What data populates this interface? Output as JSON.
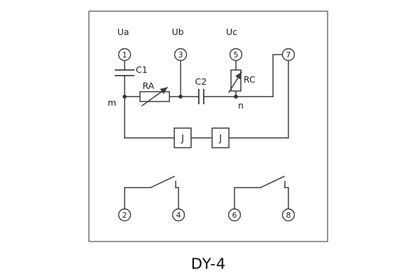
{
  "window": {
    "caption": "DY-4"
  },
  "colors": {
    "line": "#3d3d3d",
    "text": "#1e1e1e",
    "background": "#ffffff"
  },
  "phase_labels": {
    "ua": "Ua",
    "ub": "Ub",
    "uc": "Uc"
  },
  "components": {
    "c1": "C1",
    "c2": "C2",
    "ra": "RA",
    "rc": "RC",
    "relay_coil_1": "J",
    "relay_coil_2": "J"
  },
  "nodes": {
    "m": "m",
    "n": "n"
  },
  "terminals": {
    "t1": "1",
    "t2": "2",
    "t3": "3",
    "t4": "4",
    "t5": "5",
    "t6": "6",
    "t7": "7",
    "t8": "8"
  }
}
